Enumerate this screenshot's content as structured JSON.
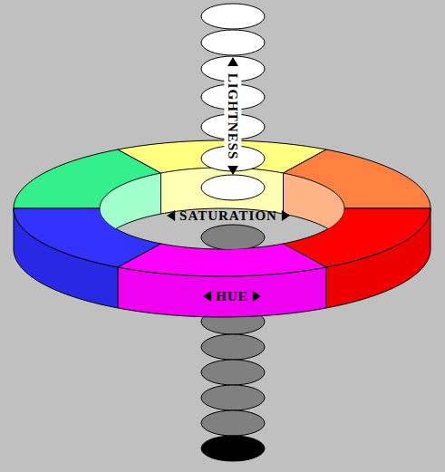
{
  "diagram": {
    "labels": [
      "LIGHTNESS",
      "SATURATION",
      "HUE"
    ]
  }
}
